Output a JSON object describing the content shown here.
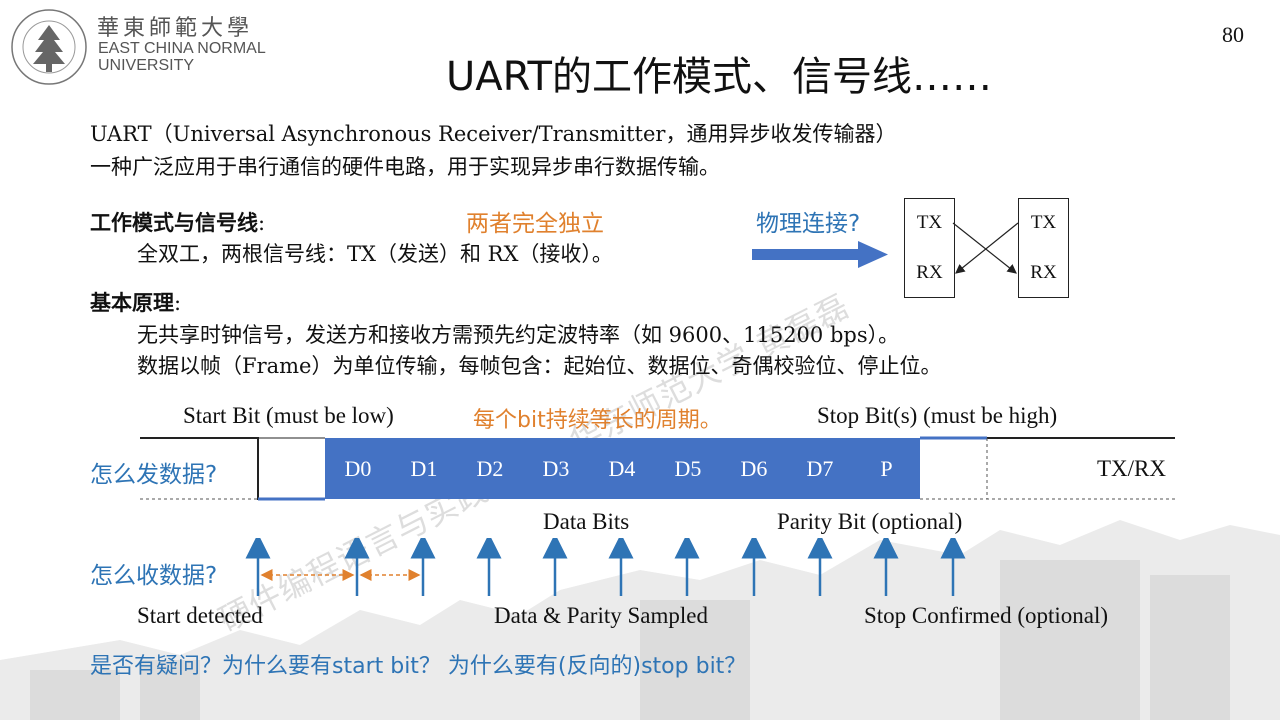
{
  "slide": {
    "page_number": "80",
    "title": "UART的工作模式、信号线……",
    "logo": {
      "chinese_name": "華東師範大學",
      "english_line1": "EAST CHINA NORMAL",
      "english_line2": "UNIVERSITY"
    },
    "intro": {
      "line1": "UART（Universal Asynchronous Receiver/Transmitter，通用异步收发传输器）",
      "line2": "一种广泛应用于串行通信的硬件电路，用于实现异步串行数据传输。"
    },
    "mode": {
      "heading": "工作模式与信号线",
      "colon": ":",
      "detail": "全双工，两根信号线：TX（发送）和 RX（接收）。",
      "note_independent": "两者完全独立",
      "note_physical": "物理连接?"
    },
    "wiring": {
      "left_tx": "TX",
      "left_rx": "RX",
      "right_tx": "TX",
      "right_rx": "RX"
    },
    "principle": {
      "heading": "基本原理",
      "colon": ":",
      "line1": "无共享时钟信号，发送方和接收方需预先约定波特率（如 9600、115200 bps）。",
      "line2": "数据以帧（Frame）为单位传输，每帧包含：起始位、数据位、奇偶校验位、停止位。"
    },
    "frame": {
      "start_bit_label": "Start Bit (must be low)",
      "period_note": "每个bit持续等长的周期。",
      "stop_bit_label": "Stop Bit(s) (must be high)",
      "send_question": "怎么发数据?",
      "bits": [
        "D0",
        "D1",
        "D2",
        "D3",
        "D4",
        "D5",
        "D6",
        "D7",
        "P"
      ],
      "line_label": "TX/RX",
      "data_bits_label": "Data Bits",
      "parity_label": "Parity Bit (optional)"
    },
    "receive": {
      "question": "怎么收数据?",
      "start_detected": "Start detected",
      "sampled": "Data & Parity Sampled",
      "stop_confirmed": "Stop Confirmed (optional)"
    },
    "footer_question": "是否有疑问？为什么要有start bit？ 为什么要有(反向的)stop bit？",
    "watermark": "硬件编程语言与实践2025 华东师范大学 黄磊磊",
    "colors": {
      "accent_blue": "#4472c4",
      "text_blue": "#2e74b5",
      "orange": "#e0812e"
    }
  }
}
